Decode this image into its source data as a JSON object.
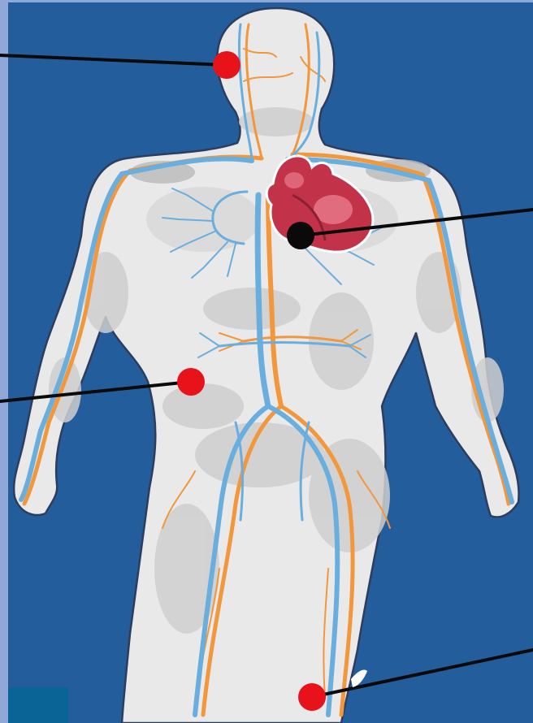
{
  "colors": {
    "page_border": "#8fa8d8",
    "background": "#245d9c",
    "body_fill": "#e9e9e9",
    "body_outline": "#2c3d5e",
    "shade": "#c9c9c9",
    "vein": "#6aaede",
    "artery": "#f2973c",
    "heart": "#c2334a",
    "heart_highlight": "#e97a8a",
    "marker_red": "#e8121a",
    "marker_black": "#0a0a0a",
    "leader_line": "#0a0a0a",
    "corner_box": "#0b6496"
  },
  "markers": [
    {
      "id": "head",
      "color": "red"
    },
    {
      "id": "heart",
      "color": "black"
    },
    {
      "id": "abdomen",
      "color": "red"
    },
    {
      "id": "thigh",
      "color": "red"
    }
  ]
}
